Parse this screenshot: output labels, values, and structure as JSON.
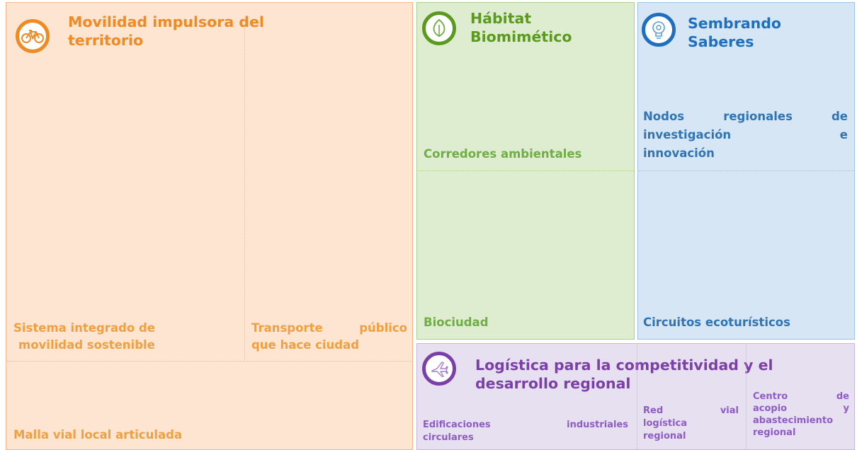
{
  "colors": {
    "orange": "#f08a24",
    "orange_text": "#f0a040",
    "green": "#5b9a1f",
    "green_text": "#70ad47",
    "blue": "#1f6fbf",
    "blue_text": "#2f75b5",
    "purple": "#7b3fa8",
    "purple_text": "#8e5cc2"
  },
  "movilidad": {
    "title_line1": "Movilidad impulsora del",
    "title_line2": "territorio",
    "icon": "bicycle-icon",
    "items": {
      "sistema_line1": "Sistema integrado de",
      "sistema_line2": "movilidad sostenible",
      "transporte_line1": "Transporte público",
      "transporte_line2": "que hace ciudad",
      "malla": "Malla vial local articulada"
    }
  },
  "habitat": {
    "title_line1": "Hábitat",
    "title_line2": "Biomimético",
    "icon": "leaf-icon",
    "items": {
      "corredores": "Corredores ambientales",
      "biociudad": "Biociudad"
    }
  },
  "sembrando": {
    "title_line1": "Sembrando",
    "title_line2": "Saberes",
    "icon": "lightbulb-gear-icon",
    "items": {
      "nodos_line1": "Nodos regionales de",
      "nodos_line2": "investigación e",
      "nodos_line3": "innovación",
      "circuitos": "Circuitos ecoturísticos"
    }
  },
  "logistica": {
    "title_line1": "Logística para la competitividad y el",
    "title_line2": "desarrollo regional",
    "icon": "airplane-icon",
    "items": {
      "edificaciones_line1": "Edificaciones industriales",
      "edificaciones_line2": "circulares",
      "red_line1": "Red vial",
      "red_line2": "logística",
      "red_line3": "regional",
      "centro_line1": "Centro de",
      "centro_line2": "acopio y",
      "centro_line3": "abastecimiento",
      "centro_line4": "regional"
    }
  }
}
